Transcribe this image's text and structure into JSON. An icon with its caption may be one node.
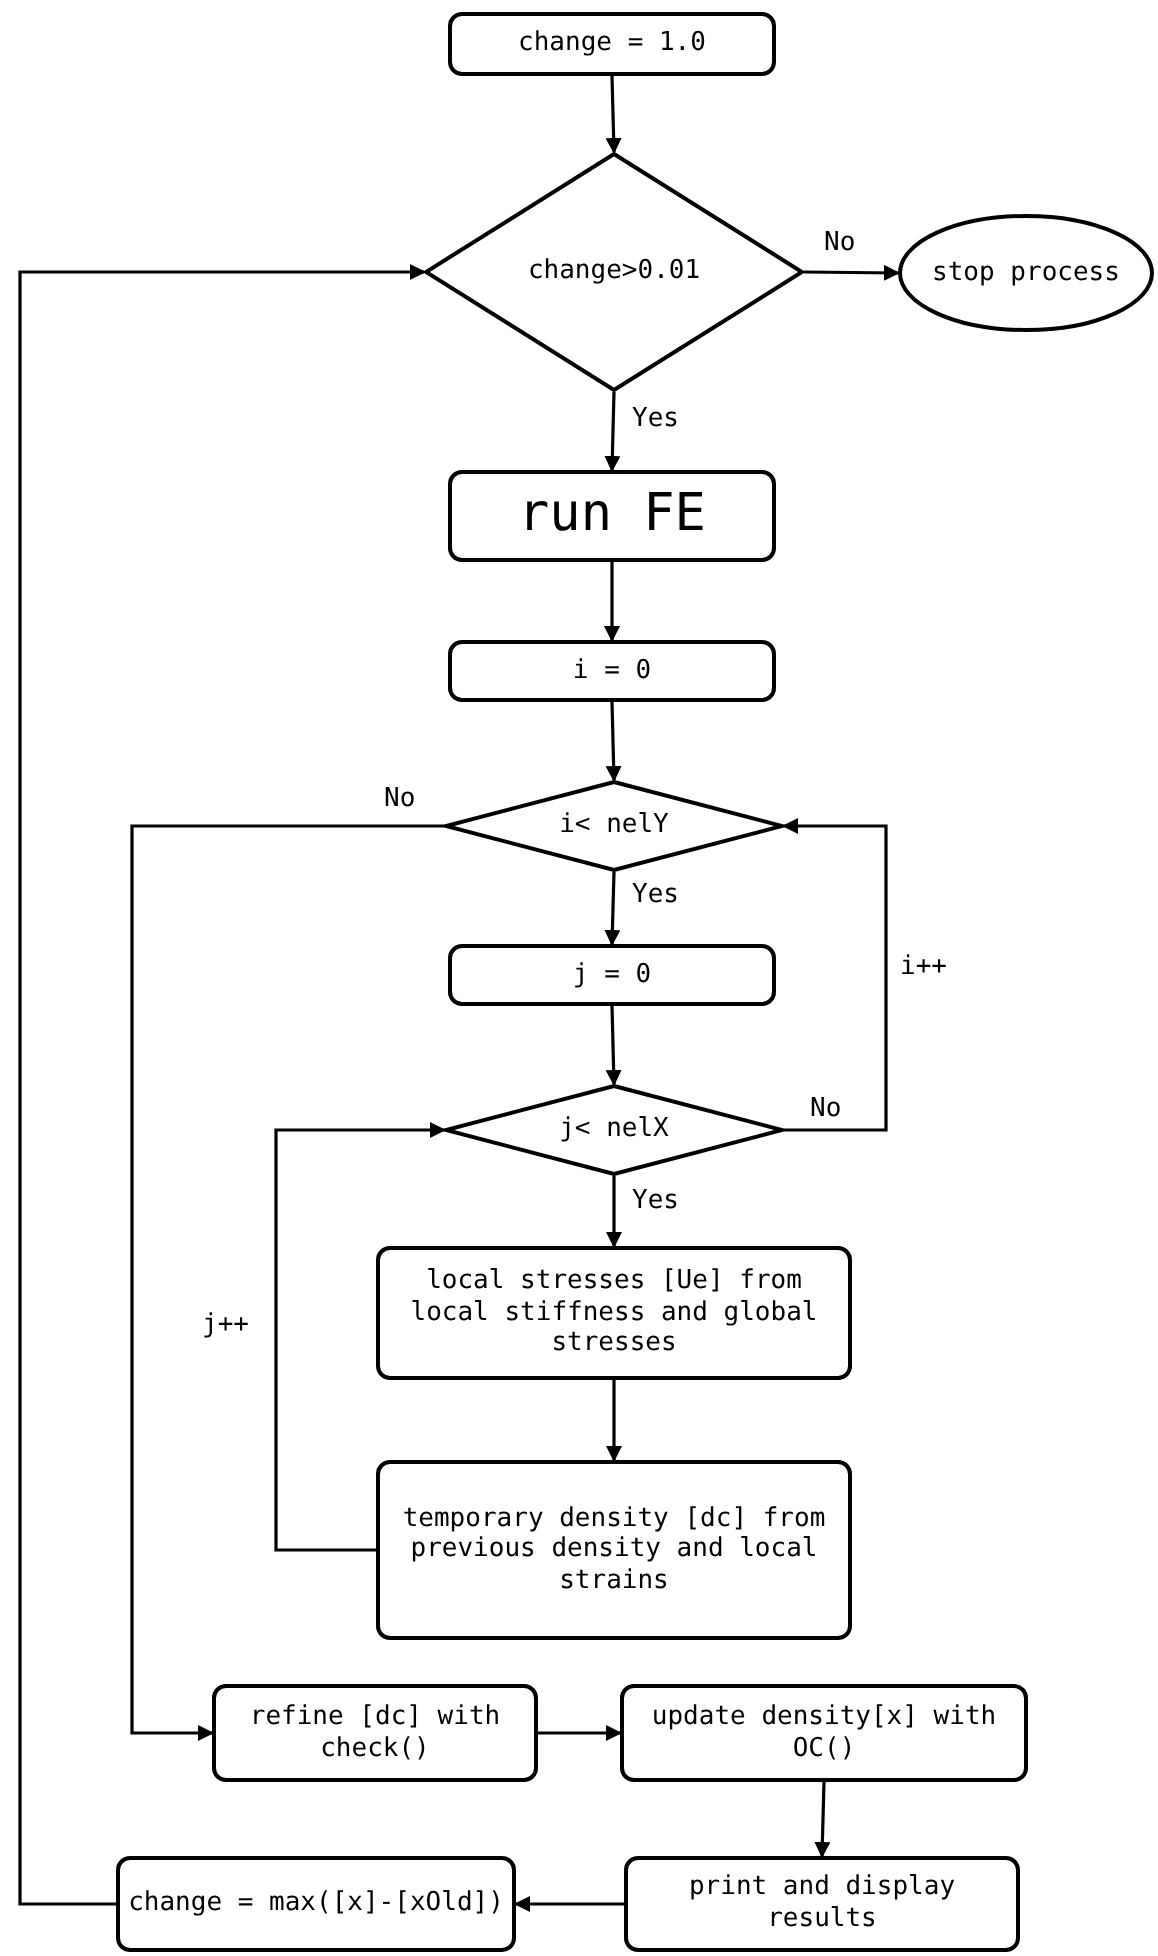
{
  "diagram": {
    "nodes": [
      {
        "text": [
          "change = 1.0"
        ]
      },
      {
        "text": [
          "change>0.01"
        ]
      },
      {
        "text": [
          "stop process"
        ]
      },
      {
        "text": [
          "run FE"
        ]
      },
      {
        "text": [
          "i = 0"
        ]
      },
      {
        "text": [
          "i< nelY"
        ]
      },
      {
        "text": [
          "j = 0"
        ]
      },
      {
        "text": [
          "j< nelX"
        ]
      },
      {
        "text": [
          "local stresses [Ue] from local stiffness and global stresses"
        ]
      },
      {
        "text": [
          "temporary density [dc] from previous density and local strains"
        ]
      },
      {
        "text": [
          "refine [dc] with check()"
        ]
      },
      {
        "text": [
          "update density[x] with OC()"
        ]
      },
      {
        "text": [
          "print and display results"
        ]
      },
      {
        "text": [
          "change = max([x]-[xOld])"
        ]
      }
    ],
    "edges": [
      {
        "from": 0,
        "to": 1,
        "arrow": "to"
      },
      {
        "from": 1,
        "to": 2,
        "arrow": "to",
        "label": "No"
      },
      {
        "from": 1,
        "to": 3,
        "arrow": "to",
        "label": "Yes"
      },
      {
        "from": 3,
        "to": 4,
        "arrow": "to"
      },
      {
        "from": 4,
        "to": 5,
        "arrow": "to"
      },
      {
        "from": 5,
        "to": 6,
        "arrow": "to",
        "label": "Yes"
      },
      {
        "from": 5,
        "to": 10,
        "arrow": "to",
        "label": "No"
      },
      {
        "from": 6,
        "to": 7,
        "arrow": "to"
      },
      {
        "from": 7,
        "to": 8,
        "arrow": "to",
        "label": "Yes"
      },
      {
        "from": 7,
        "to": 5,
        "arrow": "to",
        "label": "No"
      },
      {
        "from": 8,
        "to": 9,
        "arrow": "to"
      },
      {
        "from": 9,
        "to": 7,
        "arrow": "to",
        "label": "j++"
      },
      {
        "from": 10,
        "to": 11,
        "arrow": "to"
      },
      {
        "from": 11,
        "to": 12,
        "arrow": "to"
      },
      {
        "from": 12,
        "to": 13,
        "arrow": "to"
      },
      {
        "from": 13,
        "to": 1,
        "arrow": "to"
      }
    ],
    "labels": [
      "i++"
    ]
  }
}
